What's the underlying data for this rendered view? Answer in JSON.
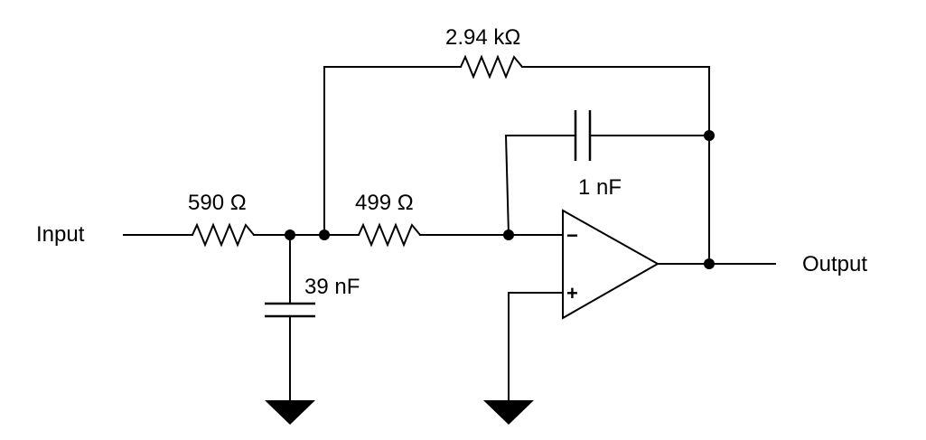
{
  "labels": {
    "input": "Input",
    "output": "Output"
  },
  "components": {
    "r_input": {
      "value": "590 Ω"
    },
    "r_series": {
      "value": "499 Ω"
    },
    "r_feedback": {
      "value": "2.94 kΩ"
    },
    "c_shunt": {
      "value": "39 nF"
    },
    "c_feedback": {
      "value": "1 nF"
    }
  },
  "opamp": {
    "inverting_symbol": "−",
    "noninverting_symbol": "+"
  }
}
